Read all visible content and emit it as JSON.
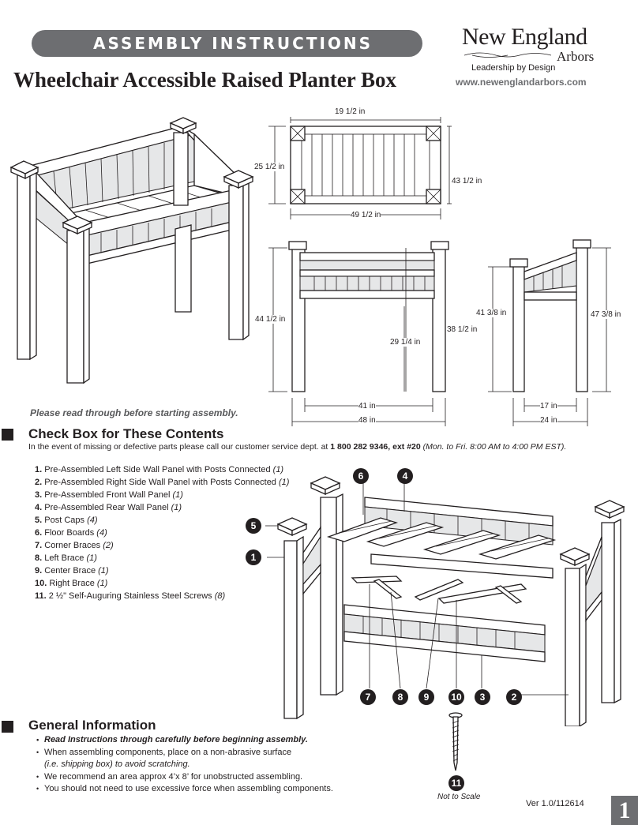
{
  "header": {
    "banner": "ASSEMBLY INSTRUCTIONS",
    "title": "Wheelchair Accessible Raised Planter Box"
  },
  "brand": {
    "name": "New England",
    "name_sub": "Arbors",
    "tagline": "Leadership by Design",
    "url": "www.newenglandarbors.com"
  },
  "dimensions": {
    "top_width": "19 1/2 in",
    "top_depth": "25 1/2 in",
    "top_inner": "43 1/2 in",
    "top_length": "49 1/2 in",
    "front_height": "44 1/2 in",
    "front_leg_height": "29 1/4 in",
    "front_box_height": "38 1/2 in",
    "front_inner": "41 in",
    "front_outer": "48 in",
    "side_height": "41 3/8 in",
    "side_total_height": "47 3/8 in",
    "side_inner": "17 in",
    "side_outer": "24 in"
  },
  "note": "Please read through before starting assembly.",
  "contents": {
    "heading": "Check Box for These Contents",
    "intro": "In the event of missing or defective parts please call our customer service dept. at",
    "phone": "1 800 282 9346, ext #20",
    "hours": "(Mon. to Fri. 8:00 AM to 4:00 PM EST).",
    "parts": [
      {
        "num": "1.",
        "name": "Pre-Assembled Left Side Wall Panel with Posts Connected",
        "qty": "(1)"
      },
      {
        "num": "2.",
        "name": "Pre-Assembled Right Side Wall Panel with Posts Connected",
        "qty": "(1)"
      },
      {
        "num": "3.",
        "name": "Pre-Assembled Front Wall Panel",
        "qty": "(1)"
      },
      {
        "num": "4.",
        "name": "Pre-Assembled Rear Wall Panel",
        "qty": "(1)"
      },
      {
        "num": "5.",
        "name": "Post Caps",
        "qty": "(4)"
      },
      {
        "num": "6.",
        "name": "Floor Boards",
        "qty": "(4)"
      },
      {
        "num": "7.",
        "name": "Corner Braces",
        "qty": "(2)"
      },
      {
        "num": "8.",
        "name": "Left Brace",
        "qty": "(1)"
      },
      {
        "num": "9.",
        "name": "Center Brace",
        "qty": "(1)"
      },
      {
        "num": "10.",
        "name": "Right Brace",
        "qty": "(1)"
      },
      {
        "num": "11.",
        "name": "2 ½\" Self-Auguring Stainless Steel Screws",
        "qty": "(8)"
      }
    ]
  },
  "general": {
    "heading": "General Information",
    "items": [
      "Read Instructions through carefully before beginning assembly.",
      "When assembling components, place on a non-abrasive surface",
      "(i.e. shipping box) to avoid scratching.",
      "We recommend an area approx 4’x 8’ for unobstructed assembling.",
      "You should not need to use excessive force when assembling components."
    ]
  },
  "callouts": [
    "6",
    "4",
    "5",
    "1",
    "7",
    "8",
    "9",
    "10",
    "3",
    "2",
    "11"
  ],
  "not_to_scale": "Not to Scale",
  "version": "Ver 1.0/112614",
  "page_number": "1",
  "colors": {
    "banner": "#6d6e71",
    "ink": "#231f20",
    "url": "#6d6e71"
  }
}
